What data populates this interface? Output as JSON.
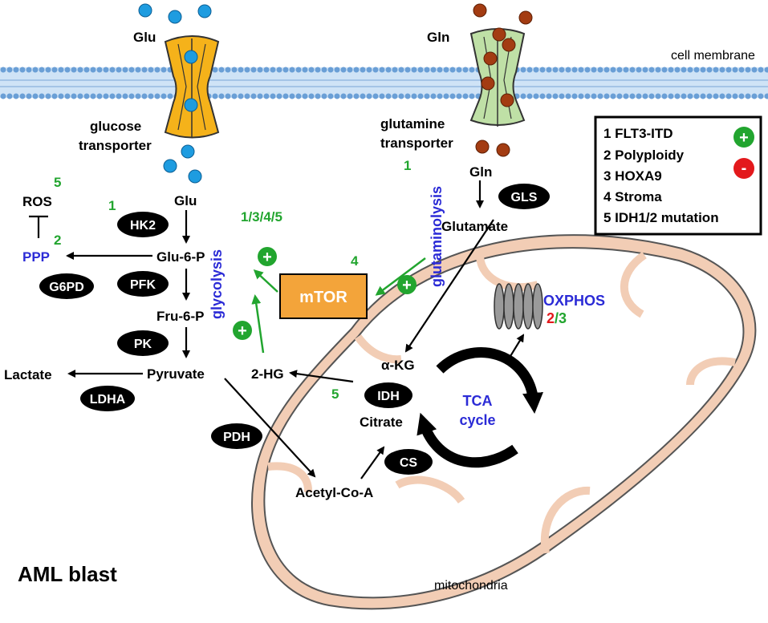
{
  "membrane": {
    "label": "cell membrane"
  },
  "glucose": {
    "label": "Glu",
    "transporter_line1": "glucose",
    "transporter_line2": "transporter"
  },
  "glutamine": {
    "label": "Gln",
    "transporter_line1": "glutamine",
    "transporter_line2": "transporter"
  },
  "metabolites": {
    "glu": "Glu",
    "glu6p": "Glu-6-P",
    "fru6p": "Fru-6-P",
    "pyruvate": "Pyruvate",
    "lactate": "Lactate",
    "ros": "ROS",
    "ppp": "PPP",
    "gln": "Gln",
    "glutamate": "Glutamate",
    "akg": "α-KG",
    "citrate": "Citrate",
    "acetylcoa": "Acetyl-Co-A",
    "twohg": "2-HG"
  },
  "enzymes": {
    "hk2": "HK2",
    "pfk": "PFK",
    "pk": "PK",
    "ldha": "LDHA",
    "g6pd": "G6PD",
    "pdh": "PDH",
    "gls": "GLS",
    "idh": "IDH",
    "cs": "CS"
  },
  "processes": {
    "glycolysis": "glycolysis",
    "glutaminolysis": "glutaminolysis",
    "oxphos": "OXPHOS",
    "tca_line1": "TCA",
    "tca_line2": "cycle",
    "mtor": "mTOR"
  },
  "numbers": {
    "ros": "5",
    "ppp": "2",
    "hk2": "1",
    "glycolysis": "1/3/4/5",
    "mtor": "4",
    "glutaminolysis": "1",
    "idh": "5",
    "oxphos_red": "2",
    "oxphos_slash": "/",
    "oxphos_green": "3"
  },
  "signs": {
    "plus": "+",
    "minus": "-"
  },
  "legend": {
    "items": [
      "1 FLT3-ITD",
      "2 Polyploidy",
      "3 HOXA9",
      "4 Stroma",
      "5 IDH1/2 mutation"
    ]
  },
  "cell_label": "AML blast",
  "mito_label": "mitochondria",
  "colors": {
    "blue_text": "#2b2bd6",
    "green": "#22a52f",
    "red": "#e3191c",
    "glucose_dot": "#1e9ce0",
    "glutamine_dot": "#a33c12",
    "glucose_transporter": "#f5b21a",
    "glutamine_transporter": "#bfe0a6",
    "mtor_box": "#f3a43a",
    "mito_membrane": "#f2cdb5",
    "lipid_head": "#6a9fd6"
  }
}
